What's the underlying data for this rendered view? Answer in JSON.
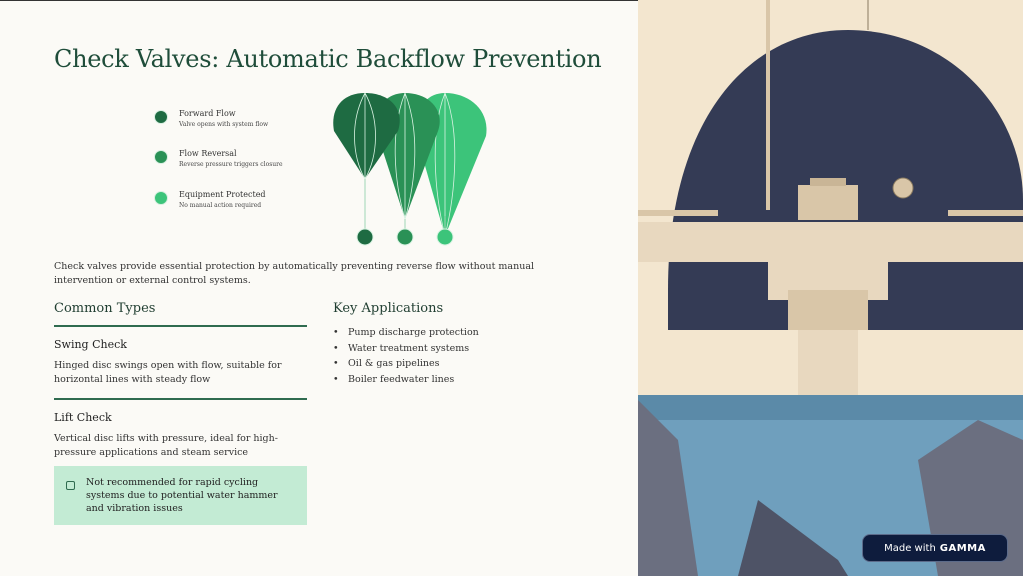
{
  "title": "Check Valves: Automatic Backflow Prevention",
  "features": [
    {
      "title": "Forward Flow",
      "subtitle": "Valve opens with system flow",
      "icon": "valve-icon",
      "color": "#1e6b42"
    },
    {
      "title": "Flow Reversal",
      "subtitle": "Reverse pressure triggers closure",
      "icon": "refresh-icon",
      "color": "#2a9156"
    },
    {
      "title": "Equipment Protected",
      "subtitle": "No manual action required",
      "icon": "shield-icon",
      "color": "#3cc47a"
    }
  ],
  "intro": "Check valves provide essential protection by automatically preventing reverse flow without manual intervention or external control systems.",
  "common_types": {
    "heading": "Common Types",
    "items": [
      {
        "title": "Swing Check",
        "text": "Hinged disc swings open with flow, suitable for horizontal lines with steady flow"
      },
      {
        "title": "Lift Check",
        "text": "Vertical disc lifts with pressure, ideal for high-pressure applications and steam service"
      }
    ]
  },
  "note": "Not recommended for rapid cycling systems due to potential water hammer and vibration issues",
  "key_applications": {
    "heading": "Key Applications",
    "items": [
      "Pump discharge protection",
      "Water treatment systems",
      "Oil & gas pipelines",
      "Boiler feedwater lines"
    ]
  },
  "badge": {
    "prefix": "Made with",
    "brand": "GAMMA"
  }
}
